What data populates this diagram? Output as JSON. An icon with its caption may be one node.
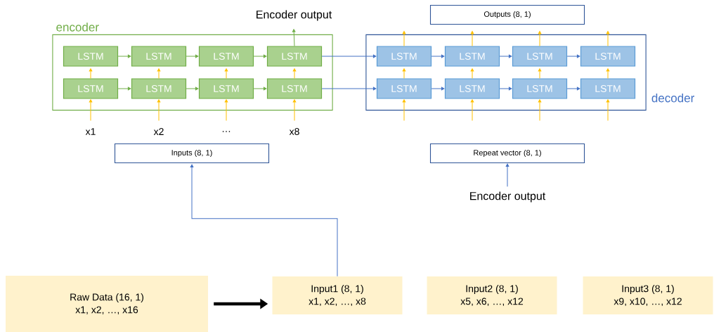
{
  "diagram": {
    "nodes": [
      {
        "text": [
          "encoder"
        ]
      },
      {
        "text": [
          "LSTM"
        ],
        "in": 0
      },
      {
        "text": [
          "LSTM"
        ],
        "in": 0
      },
      {
        "text": [
          "LSTM"
        ],
        "in": 0
      },
      {
        "text": [
          "LSTM"
        ],
        "in": 0
      },
      {
        "text": [
          "LSTM"
        ],
        "in": 0
      },
      {
        "text": [
          "LSTM"
        ],
        "in": 0
      },
      {
        "text": [
          "LSTM"
        ],
        "in": 0
      },
      {
        "text": [
          "LSTM"
        ],
        "in": 0
      },
      {
        "text": [
          "decoder"
        ]
      },
      {
        "text": [
          "LSTM"
        ],
        "in": 9
      },
      {
        "text": [
          "LSTM"
        ],
        "in": 9
      },
      {
        "text": [
          "LSTM"
        ],
        "in": 9
      },
      {
        "text": [
          "LSTM"
        ],
        "in": 9
      },
      {
        "text": [
          "LSTM"
        ],
        "in": 9
      },
      {
        "text": [
          "LSTM"
        ],
        "in": 9
      },
      {
        "text": [
          "LSTM"
        ],
        "in": 9
      },
      {
        "text": [
          "LSTM"
        ],
        "in": 9
      },
      {
        "text": [
          "Encoder output"
        ]
      },
      {
        "text": [
          "Outputs (8, 1)"
        ]
      },
      {
        "text": [
          "Inputs (8, 1)"
        ]
      },
      {
        "text": [
          "Repeat vector (8, 1)"
        ]
      },
      {
        "text": [
          "Encoder output"
        ]
      },
      {
        "text": [
          "Raw Data (16, 1)",
          "x1, x2, …, x16"
        ]
      },
      {
        "text": [
          "Input1 (8, 1)",
          "x1, x2, …, x8"
        ]
      },
      {
        "text": [
          "Input2 (8, 1)",
          "x5, x6, …, x12"
        ]
      },
      {
        "text": [
          "Input3 (8, 1)",
          "x9, x10, …, x12"
        ]
      }
    ],
    "edges": [
      {
        "from": 1,
        "to": 2,
        "arrow": "to",
        "color": "#70ad47"
      },
      {
        "from": 2,
        "to": 3,
        "arrow": "to",
        "color": "#70ad47"
      },
      {
        "from": 3,
        "to": 4,
        "arrow": "to",
        "color": "#70ad47"
      },
      {
        "from": 5,
        "to": 6,
        "arrow": "to",
        "color": "#70ad47"
      },
      {
        "from": 6,
        "to": 7,
        "arrow": "to",
        "color": "#70ad47"
      },
      {
        "from": 7,
        "to": 8,
        "arrow": "to",
        "color": "#70ad47"
      },
      {
        "from": 5,
        "to": 1,
        "arrow": "to"
      },
      {
        "from": 6,
        "to": 2,
        "arrow": "to"
      },
      {
        "from": 7,
        "to": 3,
        "arrow": "to"
      },
      {
        "from": 8,
        "to": 4,
        "arrow": "to"
      },
      {
        "from": null,
        "to": 5,
        "arrow": "to"
      },
      {
        "from": null,
        "to": 6,
        "arrow": "to"
      },
      {
        "from": null,
        "to": 7,
        "arrow": "to"
      },
      {
        "from": null,
        "to": 8,
        "arrow": "to"
      },
      {
        "from": 4,
        "to": 18,
        "arrow": "to",
        "color": "#70ad47"
      },
      {
        "from": 4,
        "to": 10,
        "arrow": "to",
        "color": "#4472c4"
      },
      {
        "from": 8,
        "to": 14,
        "arrow": "to",
        "color": "#4472c4"
      },
      {
        "from": 10,
        "to": 11,
        "arrow": "to",
        "color": "#4472c4"
      },
      {
        "from": 11,
        "to": 12,
        "arrow": "to",
        "color": "#4472c4"
      },
      {
        "from": 12,
        "to": 13,
        "arrow": "to",
        "color": "#4472c4"
      },
      {
        "from": 14,
        "to": 15,
        "arrow": "to",
        "color": "#4472c4"
      },
      {
        "from": 15,
        "to": 16,
        "arrow": "to",
        "color": "#4472c4"
      },
      {
        "from": 16,
        "to": 17,
        "arrow": "to",
        "color": "#4472c4"
      },
      {
        "from": 14,
        "to": 10,
        "arrow": "to"
      },
      {
        "from": 15,
        "to": 11,
        "arrow": "to"
      },
      {
        "from": 16,
        "to": 12,
        "arrow": "to"
      },
      {
        "from": 17,
        "to": 13,
        "arrow": "to"
      },
      {
        "from": null,
        "to": 14,
        "arrow": "to"
      },
      {
        "from": null,
        "to": 15,
        "arrow": "to"
      },
      {
        "from": null,
        "to": 16,
        "arrow": "to"
      },
      {
        "from": null,
        "to": 17,
        "arrow": "to"
      },
      {
        "from": 10,
        "to": null,
        "arrow": "to"
      },
      {
        "from": 11,
        "to": null,
        "arrow": "to"
      },
      {
        "from": 12,
        "to": null,
        "arrow": "to"
      },
      {
        "from": 13,
        "to": null,
        "arrow": "to"
      },
      {
        "from": 22,
        "to": 21,
        "arrow": "to",
        "color": "#4472c4"
      },
      {
        "from": 24,
        "to": 20,
        "arrow": "to",
        "color": "#4472c4"
      },
      {
        "from": 23,
        "to": 24,
        "arrow": "to",
        "style": "thick",
        "color": "#000000"
      }
    ],
    "labels": [
      "x1",
      "x2",
      "…",
      "x8"
    ]
  }
}
